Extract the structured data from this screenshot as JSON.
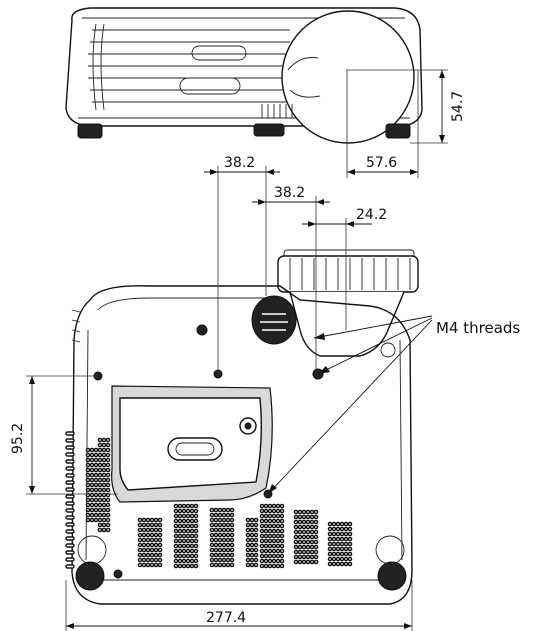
{
  "dimensions": {
    "lens_offset_width": "57.6",
    "lens_offset_height": "54.7",
    "hole_spacing_left": "38.2",
    "hole_spacing_middle": "38.2",
    "lens_offset_right": "24.2",
    "hole_spacing_vertical": "95.2",
    "overall_width": "277.4"
  },
  "callouts": {
    "threads_label": "M4 threads"
  },
  "colors": {
    "line": "#111111",
    "background": "#ffffff"
  }
}
